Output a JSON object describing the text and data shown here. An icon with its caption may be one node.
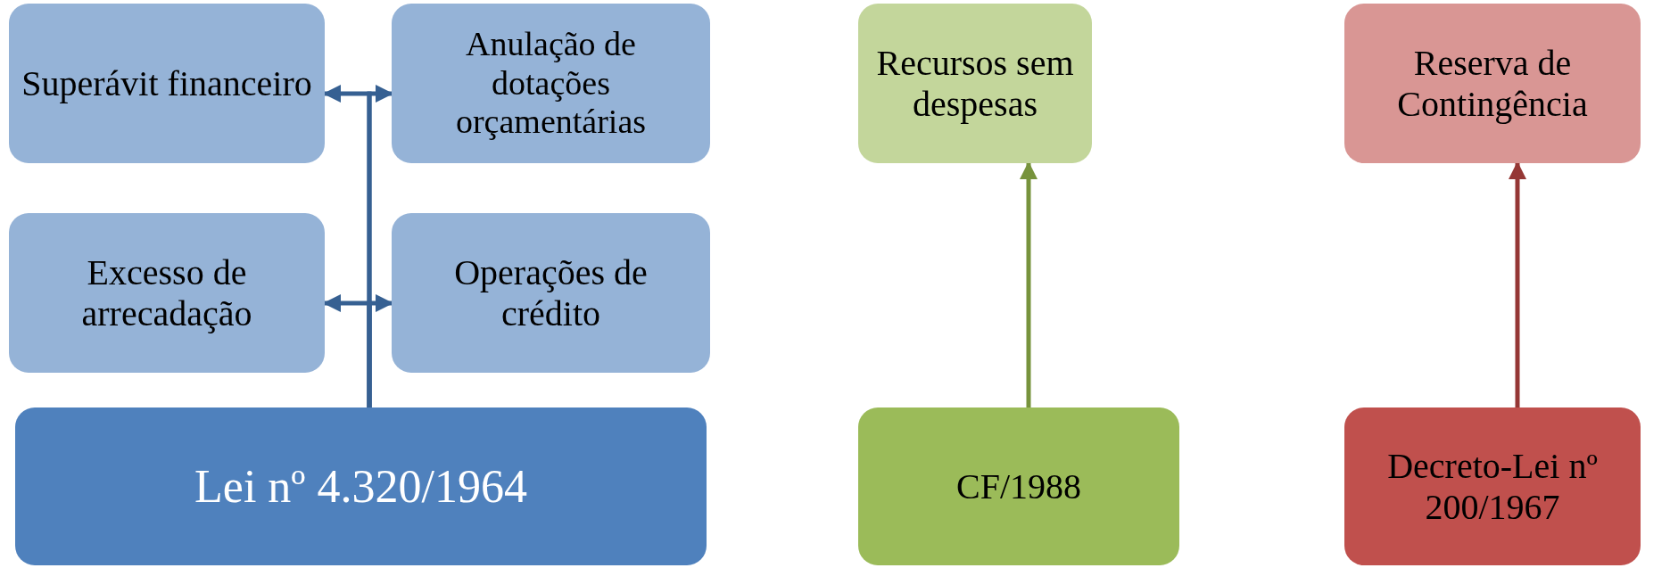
{
  "diagram": {
    "nodes": [
      {
        "text": [
          "Superávit financeiro"
        ]
      },
      {
        "text": [
          "Anulação de dotações orçamentárias"
        ]
      },
      {
        "text": [
          "Excesso de arrecadação"
        ]
      },
      {
        "text": [
          "Operações de crédito"
        ]
      },
      {
        "text": [
          "Lei nº 4.320/1964"
        ]
      },
      {
        "text": [
          "Recursos sem despesas"
        ]
      },
      {
        "text": [
          "CF/1988"
        ]
      },
      {
        "text": [
          "Reserva de Contingência"
        ]
      },
      {
        "text": [
          "Decreto-Lei nº 200/1967"
        ]
      }
    ],
    "edges": [
      {
        "from": 4,
        "to": 0,
        "arrow": "to"
      },
      {
        "from": 4,
        "to": 1,
        "arrow": "to"
      },
      {
        "from": 4,
        "to": 2,
        "arrow": "to"
      },
      {
        "from": 4,
        "to": 3,
        "arrow": "to"
      },
      {
        "from": 6,
        "to": 5,
        "arrow": "to",
        "color": "#77933c"
      },
      {
        "from": 8,
        "to": 7,
        "arrow": "to",
        "color": "#953735"
      }
    ]
  }
}
